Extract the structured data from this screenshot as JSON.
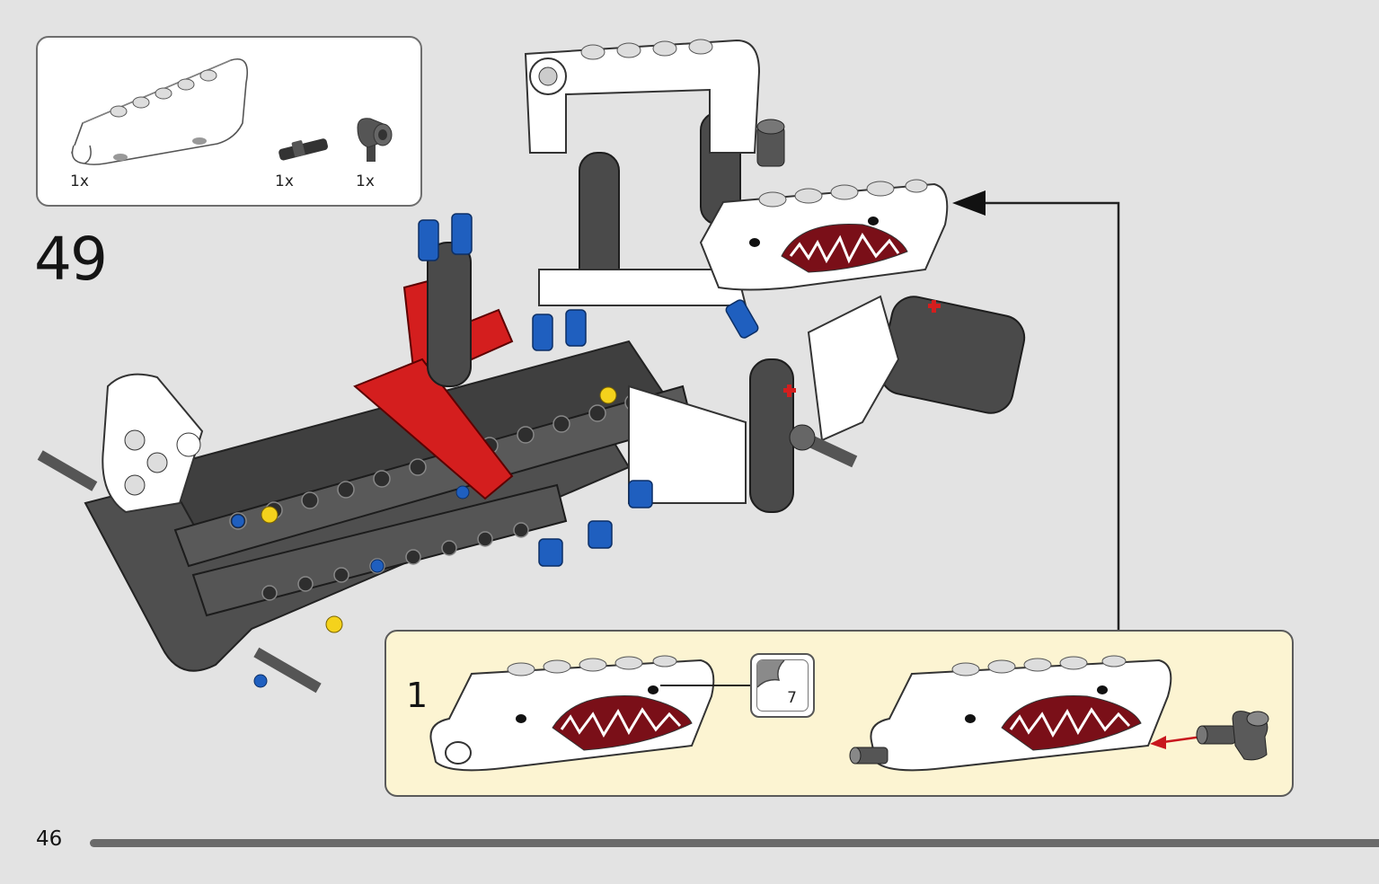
{
  "parts_list": {
    "items": [
      {
        "name": "white-panel-piece",
        "qty": "1x"
      },
      {
        "name": "black-axle-pin",
        "qty": "1x"
      },
      {
        "name": "dark-gray-pin-connector",
        "qty": "1x"
      }
    ]
  },
  "step": {
    "number": "49"
  },
  "substep": {
    "number": "1",
    "sticker_number": "7"
  },
  "page": {
    "number": "46"
  },
  "colors": {
    "background": "#e3e3e3",
    "substep_background": "#fcf4d2",
    "technic_dark_gray": "#555555",
    "technic_red": "#d41e1e",
    "technic_blue": "#1f5fbf",
    "technic_yellow": "#f4d21c"
  }
}
